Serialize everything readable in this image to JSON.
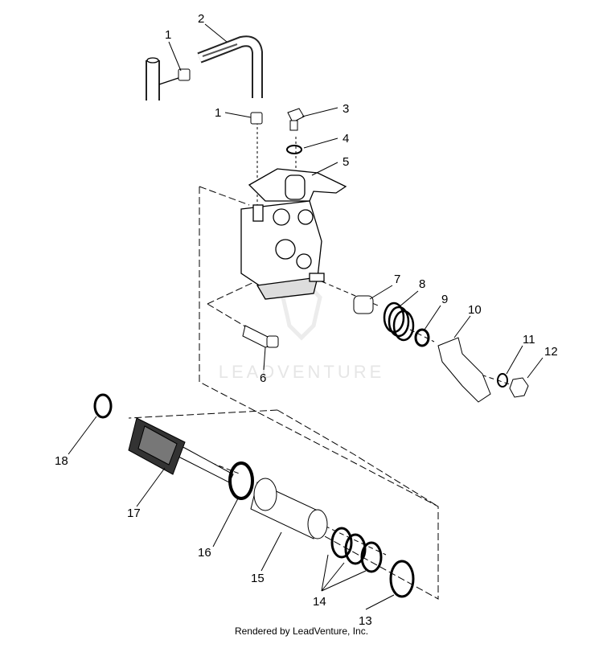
{
  "diagram": {
    "watermark": "LEADVENTURE",
    "footer": "Rendered by LeadVenture, Inc.",
    "callouts": [
      "1",
      "2",
      "1",
      "3",
      "4",
      "5",
      "7",
      "8",
      "9",
      "10",
      "11",
      "12",
      "6",
      "18",
      "17",
      "16",
      "15",
      "14",
      "13"
    ]
  }
}
